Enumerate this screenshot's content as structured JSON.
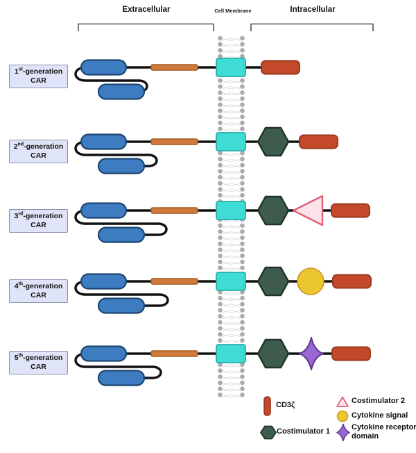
{
  "headers": {
    "extracellular": "Extracellular",
    "cell_membrane": "Cell Membrane",
    "intracellular": "Intracellular"
  },
  "rows": [
    {
      "gen": "1",
      "sup": "st",
      "suffix": "-generation",
      "line2": "CAR",
      "domains": [
        "cd3z"
      ]
    },
    {
      "gen": "2",
      "sup": "nd",
      "suffix": "-generation",
      "line2": "CAR",
      "domains": [
        "costim1",
        "cd3z"
      ]
    },
    {
      "gen": "3",
      "sup": "rd",
      "suffix": "-generation",
      "line2": "CAR",
      "domains": [
        "costim1",
        "costim2",
        "cd3z"
      ]
    },
    {
      "gen": "4",
      "sup": "th",
      "suffix": "-generation",
      "line2": "CAR",
      "domains": [
        "costim1",
        "cytokine_signal",
        "cd3z"
      ]
    },
    {
      "gen": "5",
      "sup": "th",
      "suffix": "-generation",
      "line2": "CAR",
      "domains": [
        "costim1",
        "cytokine_receptor",
        "cd3z"
      ]
    }
  ],
  "legend": {
    "items": [
      {
        "key": "cd3z",
        "label": "CD3ζ"
      },
      {
        "key": "costim1",
        "label": "Costimulator 1"
      },
      {
        "key": "costim2",
        "label": "Costimulator 2"
      },
      {
        "key": "cytokine_signal",
        "label": "Cytokine signal"
      },
      {
        "key": "cytokine_receptor",
        "label": "Cytokine receptor domain"
      }
    ]
  },
  "colors": {
    "scfv_fill": "#3E7CC1",
    "scfv_stroke": "#1D4670",
    "linker": "#111111",
    "hinge_fill": "#D0793D",
    "hinge_stroke": "#A85A22",
    "tm_fill": "#3EDCD5",
    "tm_stroke": "#25AEA8",
    "membrane_dot": "#ABABAB",
    "membrane_tail": "#DCDCDC",
    "cd3z_fill": "#C4492B",
    "cd3z_stroke": "#993A1F",
    "costim1_fill": "#3D5C4B",
    "costim1_stroke": "#1F352A",
    "costim2_fill": "#FBE3EA",
    "costim2_stroke": "#E16273",
    "cytokine_signal_fill": "#EBC72D",
    "cytokine_signal_stroke": "#C8952E",
    "cytokine_receptor_fill": "#9A67D3",
    "cytokine_receptor_stroke": "#5E3593",
    "label_box_fill": "#DFE4F8",
    "label_box_border": "#8B93AE",
    "bracket": "#2B2B2B"
  }
}
